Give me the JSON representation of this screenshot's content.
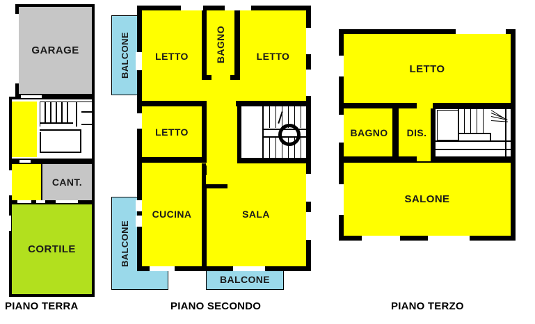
{
  "document": {
    "type": "floor-plan-drawing",
    "title": "Planimetria appartamento",
    "colors": {
      "room_fill": "#ffff00",
      "garage_fill": "#c6c6c6",
      "cantina_fill": "#c6c6c6",
      "courtyard_fill": "#b2e01e",
      "balcony_fill": "#9ad9ea",
      "wall": "#000000",
      "background": "#ffffff",
      "text": "#1a1a1a"
    }
  },
  "floors": [
    {
      "id": "piano-terra",
      "caption": "PIANO TERRA",
      "rooms": [
        {
          "id": "garage",
          "label": "GARAGE",
          "fill": "gray"
        },
        {
          "id": "cantina",
          "label": "CANT.",
          "fill": "gray"
        },
        {
          "id": "cortile",
          "label": "CORTILE",
          "fill": "green"
        },
        {
          "id": "vano-scala-1",
          "label": "",
          "fill": "yellow"
        },
        {
          "id": "vano-scala-2",
          "label": "",
          "fill": "yellow"
        }
      ]
    },
    {
      "id": "piano-secondo",
      "caption": "PIANO SECONDO",
      "rooms": [
        {
          "id": "letto-1",
          "label": "LETTO",
          "fill": "yellow"
        },
        {
          "id": "bagno",
          "label": "BAGNO",
          "fill": "yellow",
          "orientation": "vertical"
        },
        {
          "id": "letto-2",
          "label": "LETTO",
          "fill": "yellow"
        },
        {
          "id": "letto-3",
          "label": "LETTO",
          "fill": "yellow"
        },
        {
          "id": "cucina",
          "label": "CUCINA",
          "fill": "yellow"
        },
        {
          "id": "sala",
          "label": "SALA",
          "fill": "yellow"
        }
      ],
      "balconies": [
        {
          "id": "balcone-nord-ovest",
          "label": "BALCONE",
          "orientation": "vertical"
        },
        {
          "id": "balcone-sud-ovest",
          "label": "BALCONE",
          "orientation": "vertical"
        },
        {
          "id": "balcone-sud",
          "label": "BALCONE",
          "orientation": "horizontal"
        }
      ]
    },
    {
      "id": "piano-terzo",
      "caption": "PIANO TERZO",
      "rooms": [
        {
          "id": "letto-4",
          "label": "LETTO",
          "fill": "yellow"
        },
        {
          "id": "bagno-2",
          "label": "BAGNO",
          "fill": "yellow"
        },
        {
          "id": "disimpegno",
          "label": "DIS.",
          "fill": "yellow"
        },
        {
          "id": "salone",
          "label": "SALONE",
          "fill": "yellow"
        }
      ]
    }
  ]
}
